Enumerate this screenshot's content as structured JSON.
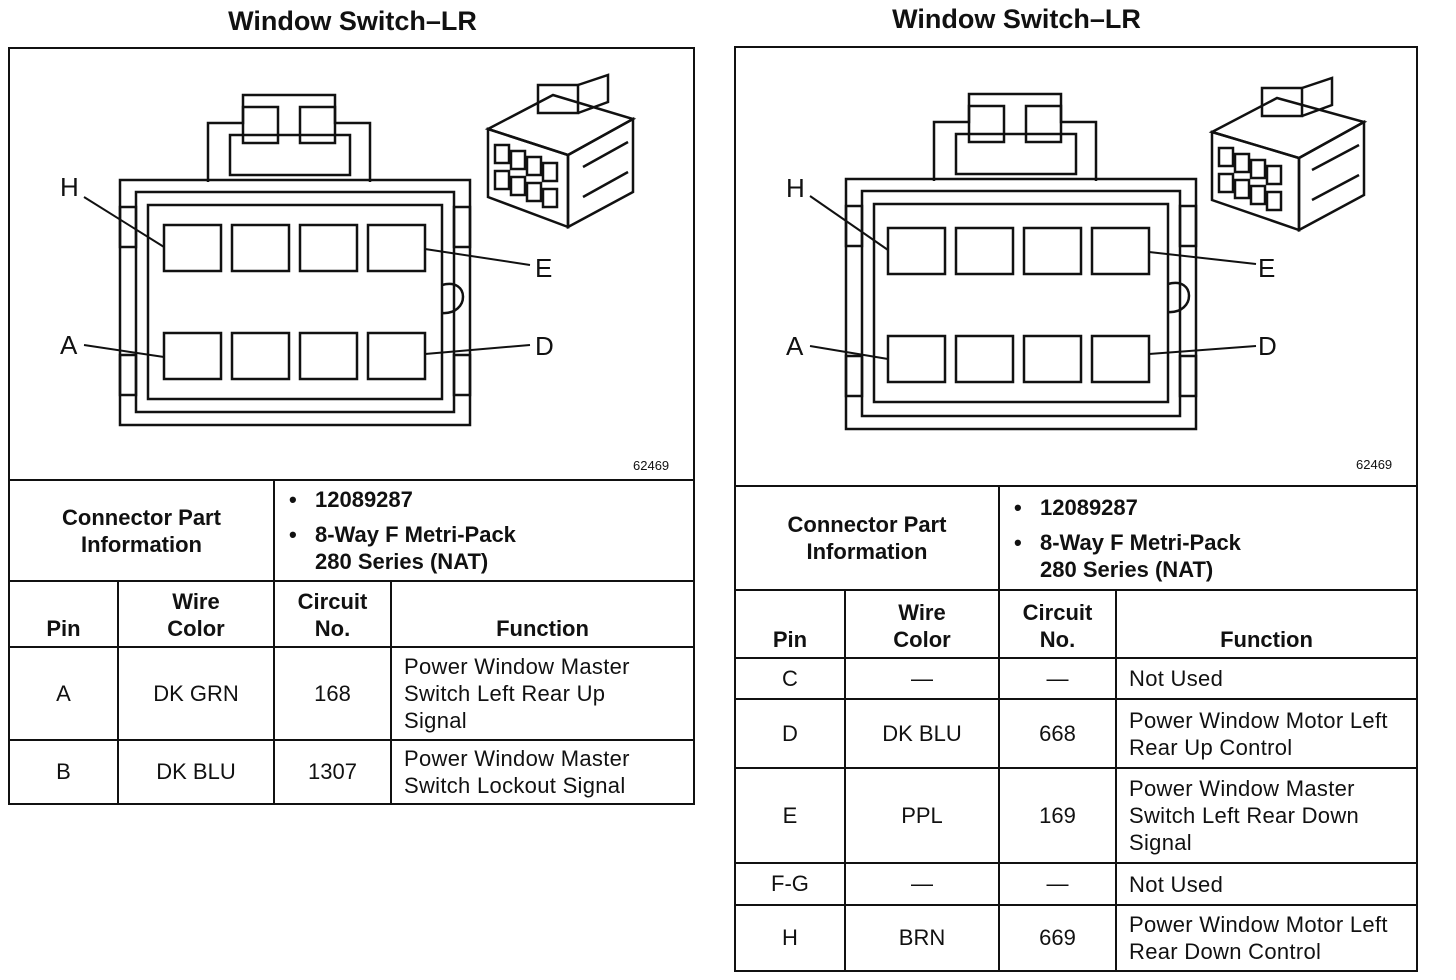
{
  "panels": [
    {
      "title": "Window Switch–LR",
      "figure_number": "62469",
      "pin_labels": [
        "H",
        "E",
        "A",
        "D"
      ],
      "connector_info": {
        "label": "Connector Part Information",
        "part_number": "12089287",
        "description_line1": "8-Way F Metri-Pack",
        "description_line2": "280 Series (NAT)"
      },
      "headers": {
        "pin": "Pin",
        "wire_color": "Wire Color",
        "circuit": "Circuit No.",
        "function": "Function"
      },
      "rows": [
        {
          "pin": "A",
          "wire": "DK GRN",
          "circuit": "168",
          "function": "Power Window Master Switch Left Rear Up Signal"
        },
        {
          "pin": "B",
          "wire": "DK BLU",
          "circuit": "1307",
          "function": "Power Window Master Switch Lockout Signal"
        }
      ]
    },
    {
      "title": "Window Switch–LR",
      "figure_number": "62469",
      "pin_labels": [
        "H",
        "E",
        "A",
        "D"
      ],
      "connector_info": {
        "label": "Connector Part Information",
        "part_number": "12089287",
        "description_line1": "8-Way F Metri-Pack",
        "description_line2": "280 Series (NAT)"
      },
      "headers": {
        "pin": "Pin",
        "wire_color": "Wire Color",
        "circuit": "Circuit No.",
        "function": "Function"
      },
      "rows": [
        {
          "pin": "C",
          "wire": "—",
          "circuit": "—",
          "function": "Not Used"
        },
        {
          "pin": "D",
          "wire": "DK BLU",
          "circuit": "668",
          "function": "Power Window Motor Left Rear Up Control"
        },
        {
          "pin": "E",
          "wire": "PPL",
          "circuit": "169",
          "function": "Power Window Master Switch Left Rear Down Signal"
        },
        {
          "pin": "F-G",
          "wire": "—",
          "circuit": "—",
          "function": "Not Used"
        },
        {
          "pin": "H",
          "wire": "BRN",
          "circuit": "669",
          "function": "Power Window Motor Left Rear Down Control"
        }
      ]
    }
  ]
}
